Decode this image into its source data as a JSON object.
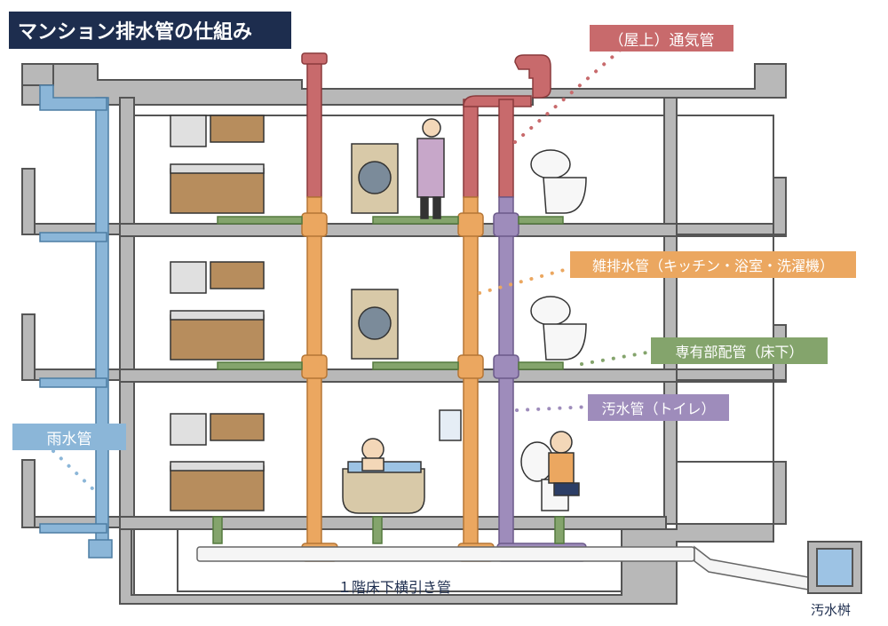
{
  "title": "マンション排水管の仕組み",
  "labels": {
    "vent": "（屋上）通気管",
    "miscellaneous": "雑排水管（キッチン・浴室・洗濯機）",
    "private": "専有部配管（床下）",
    "sewage": "汚水管（トイレ）",
    "rainwater": "雨水管",
    "first_floor": "１階床下横引き管",
    "sewage_pit": "汚水桝"
  },
  "colors": {
    "title_bg": "#1d2d4e",
    "vent_pipe": "#c86a6c",
    "misc_pipe": "#eba760",
    "private_pipe": "#84a46c",
    "sewage_pipe": "#9e8cbb",
    "rain_pipe": "#8bb6d8",
    "structure": "#b8b8b8"
  },
  "icons": [
    "kitchen-icon",
    "washing-machine-icon",
    "toilet-icon",
    "bathtub-icon",
    "woman-icon",
    "man-icon"
  ]
}
